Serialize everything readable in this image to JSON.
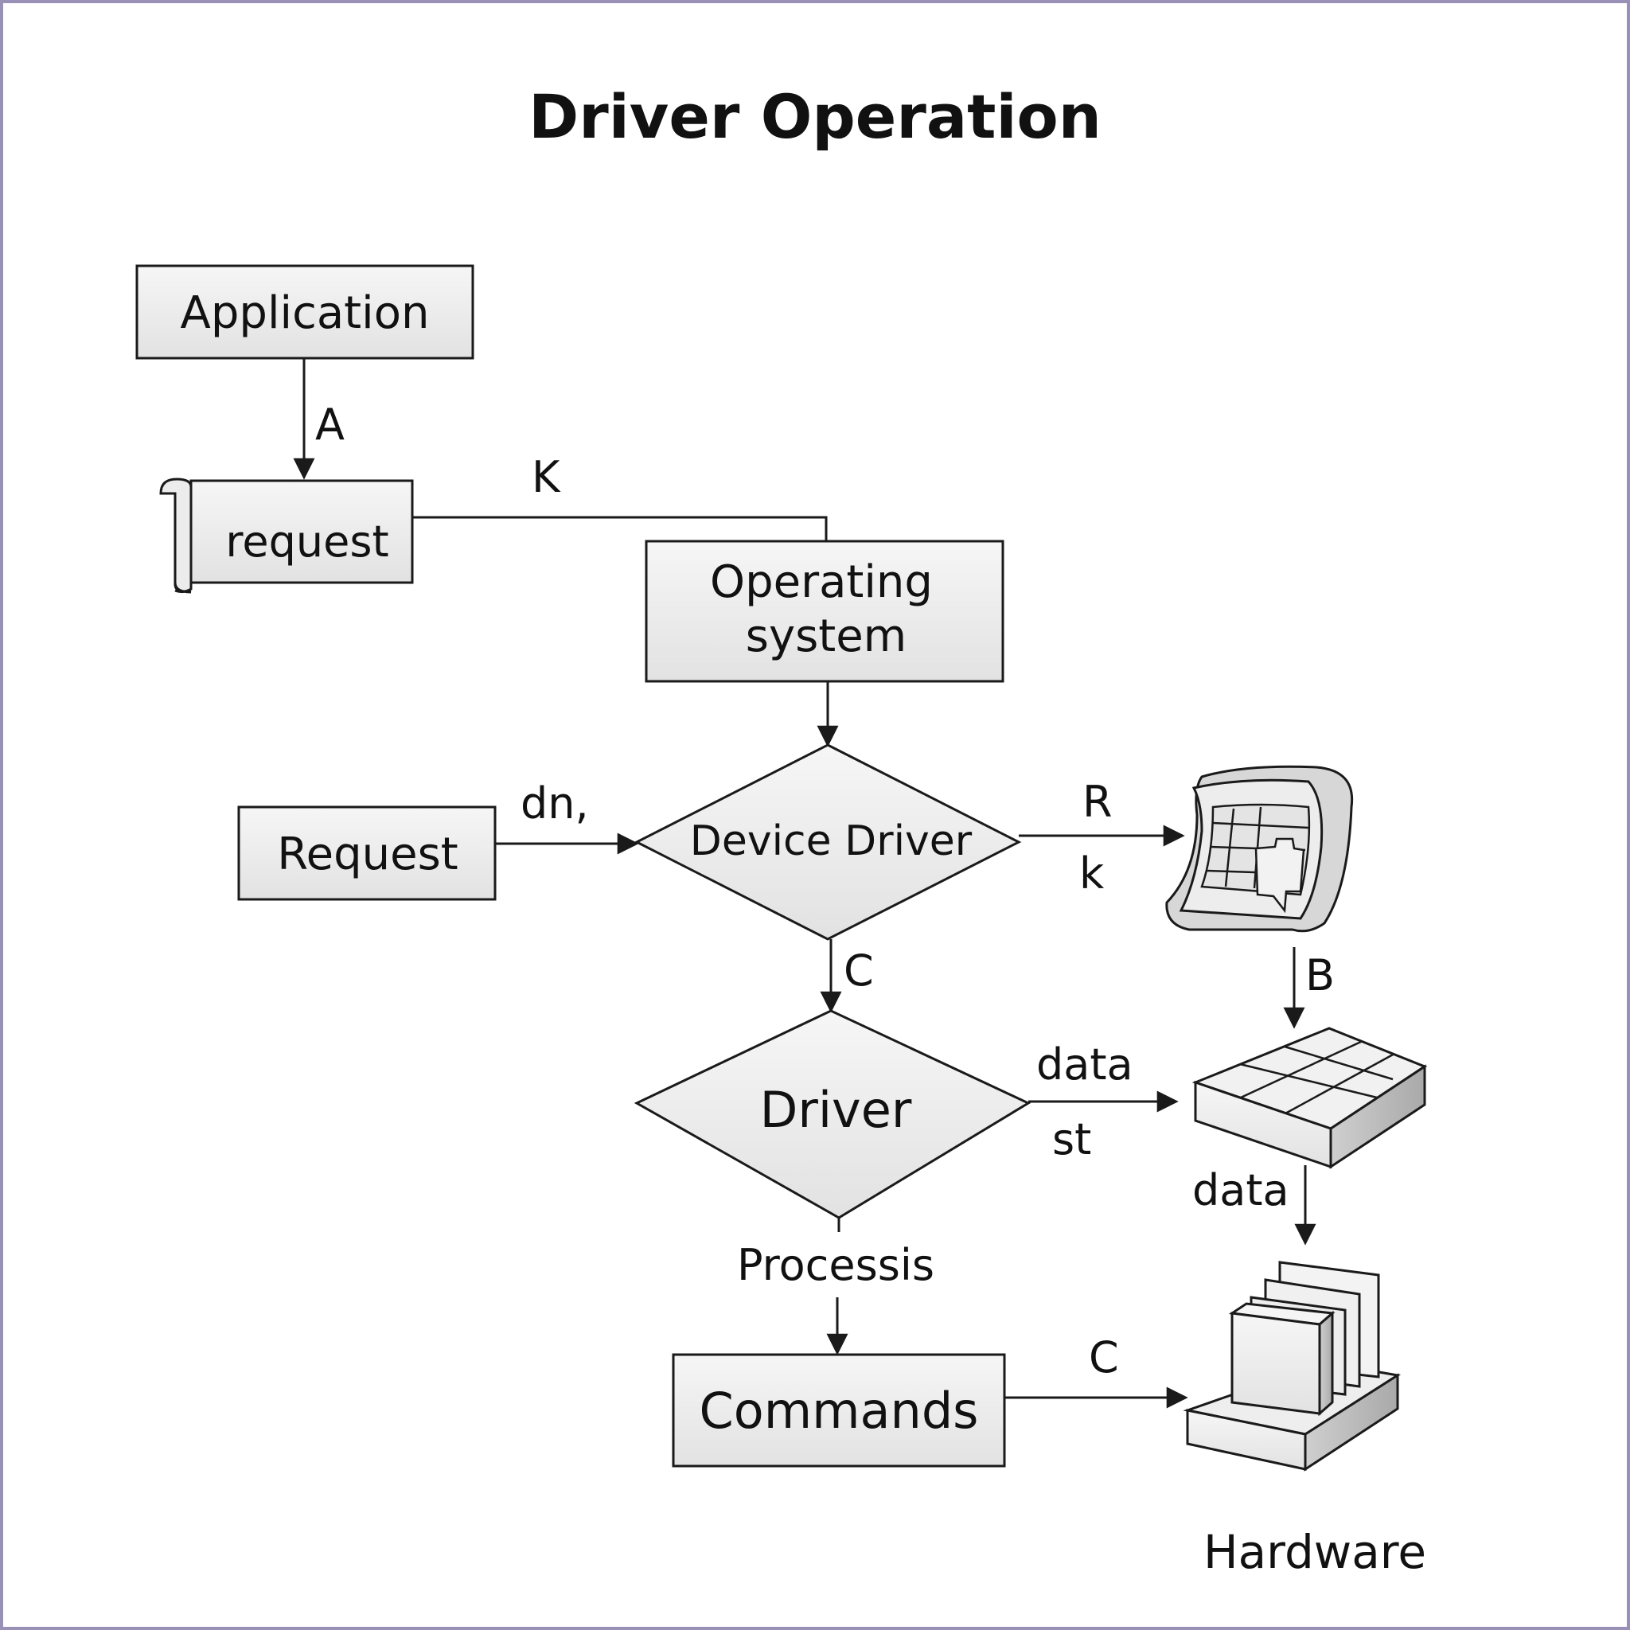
{
  "title": "Driver Operation",
  "nodes": {
    "application": "Application",
    "request_scroll": "request",
    "operating_system": [
      "Operating",
      "system"
    ],
    "request_box": "Request",
    "device_driver": "Device Driver",
    "driver": "Driver",
    "processis": "Processis",
    "commands": "Commands",
    "hardware": "Hardware"
  },
  "edge_labels": {
    "app_to_request": "A",
    "request_to_os": "K",
    "request_to_device_driver": "dn,",
    "device_driver_to_panel_top": "R",
    "device_driver_to_panel_bottom": "k",
    "device_driver_to_driver": "C",
    "panel_to_grid": "B",
    "driver_to_grid_top": "data",
    "driver_to_grid_bottom": "st",
    "grid_to_hardware": "data",
    "commands_to_hardware": "C"
  },
  "colors": {
    "box_fill": "#ebebeb",
    "stroke": "#1a1a1a",
    "frame_border": "#9a92b6"
  }
}
